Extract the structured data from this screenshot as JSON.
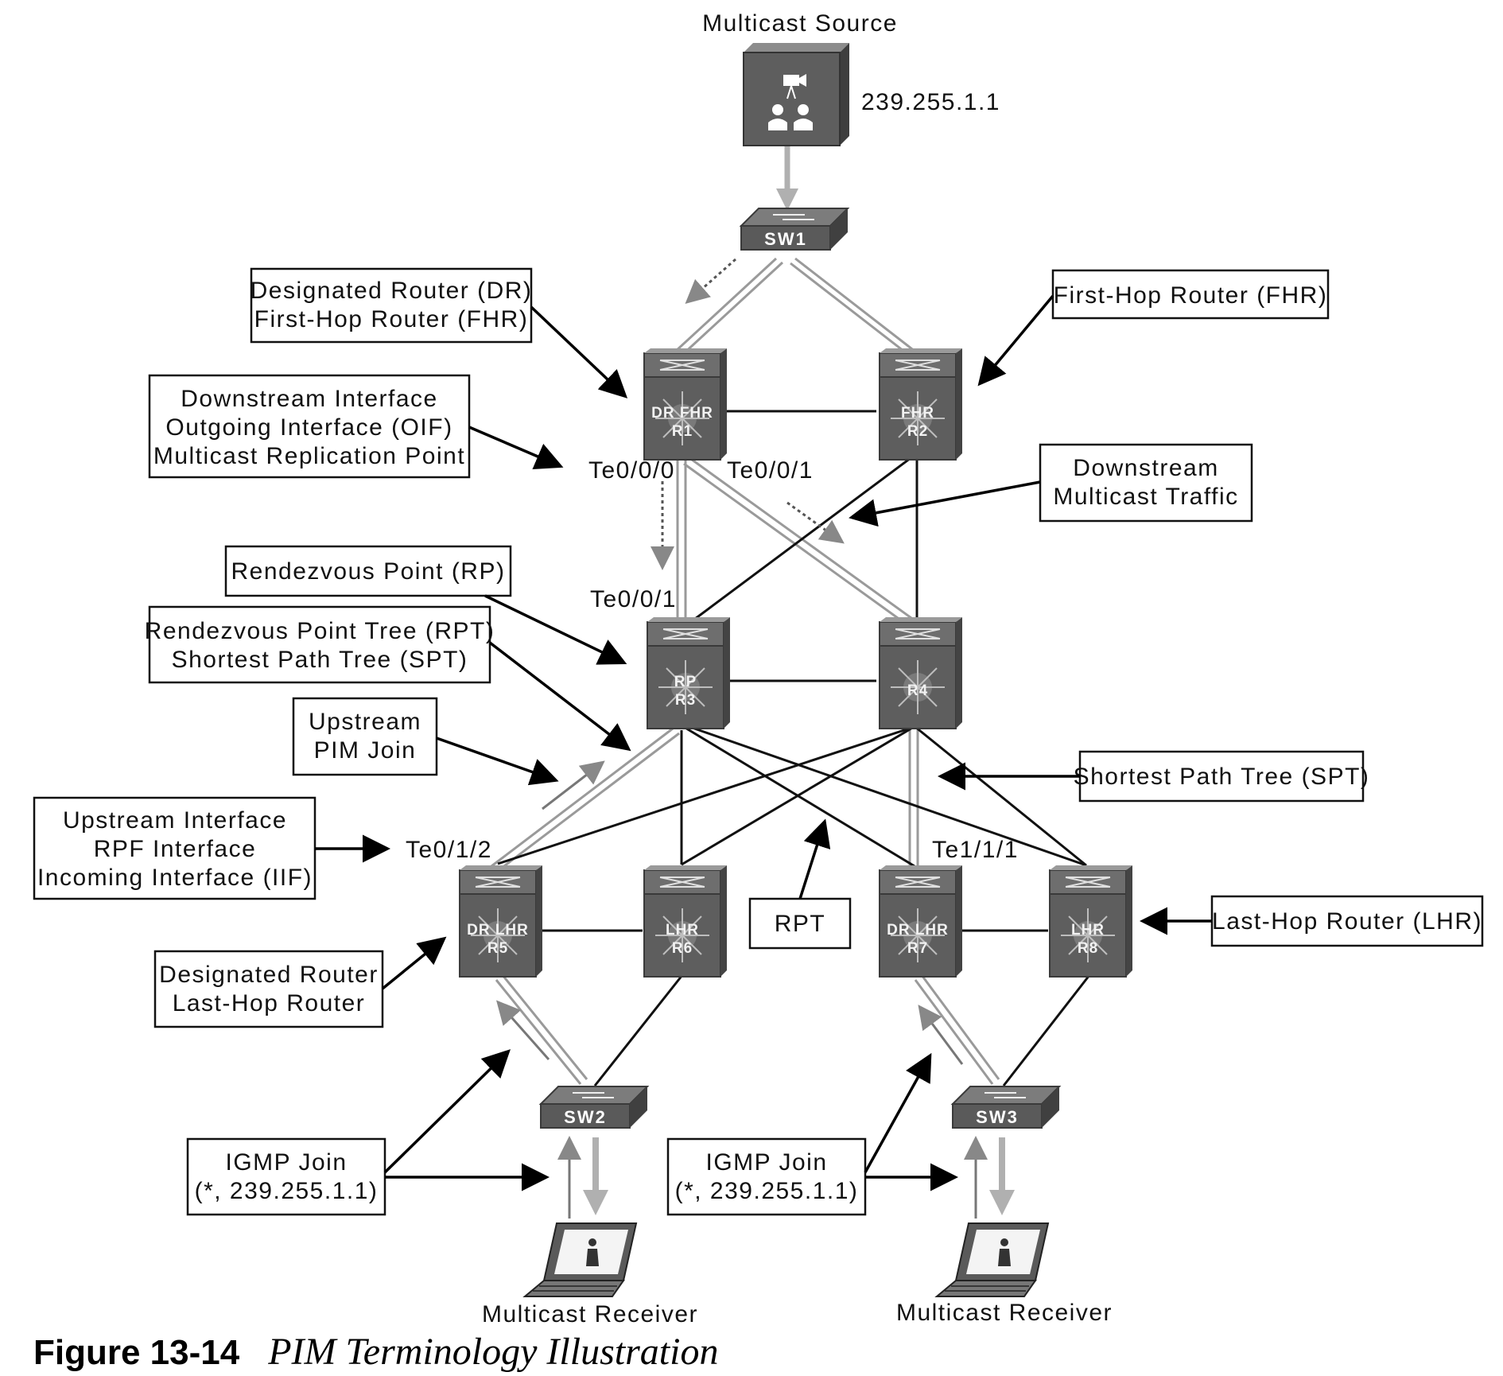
{
  "source": {
    "title": "Multicast Source",
    "group_address": "239.255.1.1"
  },
  "switches": {
    "sw1": "SW1",
    "sw2": "SW2",
    "sw3": "SW3"
  },
  "routers": {
    "r1": {
      "line1": "DR FHR",
      "line2": "R1"
    },
    "r2": {
      "line1": "FHR",
      "line2": "R2"
    },
    "r3": {
      "line1": "RP",
      "line2": "R3"
    },
    "r4": {
      "line1": "",
      "line2": "R4"
    },
    "r5": {
      "line1": "DR LHR",
      "line2": "R5"
    },
    "r6": {
      "line1": "LHR",
      "line2": "R6"
    },
    "r7": {
      "line1": "DR LHR",
      "line2": "R7"
    },
    "r8": {
      "line1": "LHR",
      "line2": "R8"
    }
  },
  "interfaces": {
    "r1_down": "Te0/0/0",
    "r1_cross": "Te0/0/1",
    "r3_up": "Te0/0/1",
    "r5_up": "Te0/1/2",
    "r7_up": "Te1/1/1"
  },
  "callouts": {
    "dr_fhr": [
      "Designated Router (DR)",
      "First-Hop Router (FHR)"
    ],
    "fhr": [
      "First-Hop Router (FHR)"
    ],
    "oif": [
      "Downstream Interface",
      "Outgoing Interface (OIF)",
      "Multicast Replication Point"
    ],
    "downstream_traffic": [
      "Downstream",
      "Multicast Traffic"
    ],
    "rp": [
      "Rendezvous Point (RP)"
    ],
    "rpt_spt": [
      "Rendezvous Point Tree (RPT)",
      "Shortest Path Tree (SPT)"
    ],
    "upstream_join": [
      "Upstream",
      "PIM Join"
    ],
    "spt": [
      "Shortest Path Tree (SPT)"
    ],
    "iif": [
      "Upstream Interface",
      "RPF Interface",
      "Incoming Interface (IIF)"
    ],
    "rpt": [
      "RPT"
    ],
    "lhr": [
      "Last-Hop Router (LHR)"
    ],
    "dr_lhr": [
      "Designated Router",
      "Last-Hop Router"
    ],
    "igmp_left": [
      "IGMP Join",
      "(*, 239.255.1.1)"
    ],
    "igmp_right": [
      "IGMP Join",
      "(*, 239.255.1.1)"
    ]
  },
  "receivers": {
    "left": "Multicast Receiver",
    "right": "Multicast Receiver"
  },
  "caption": {
    "number": "Figure 13-14",
    "title": "PIM Terminology Illustration"
  }
}
